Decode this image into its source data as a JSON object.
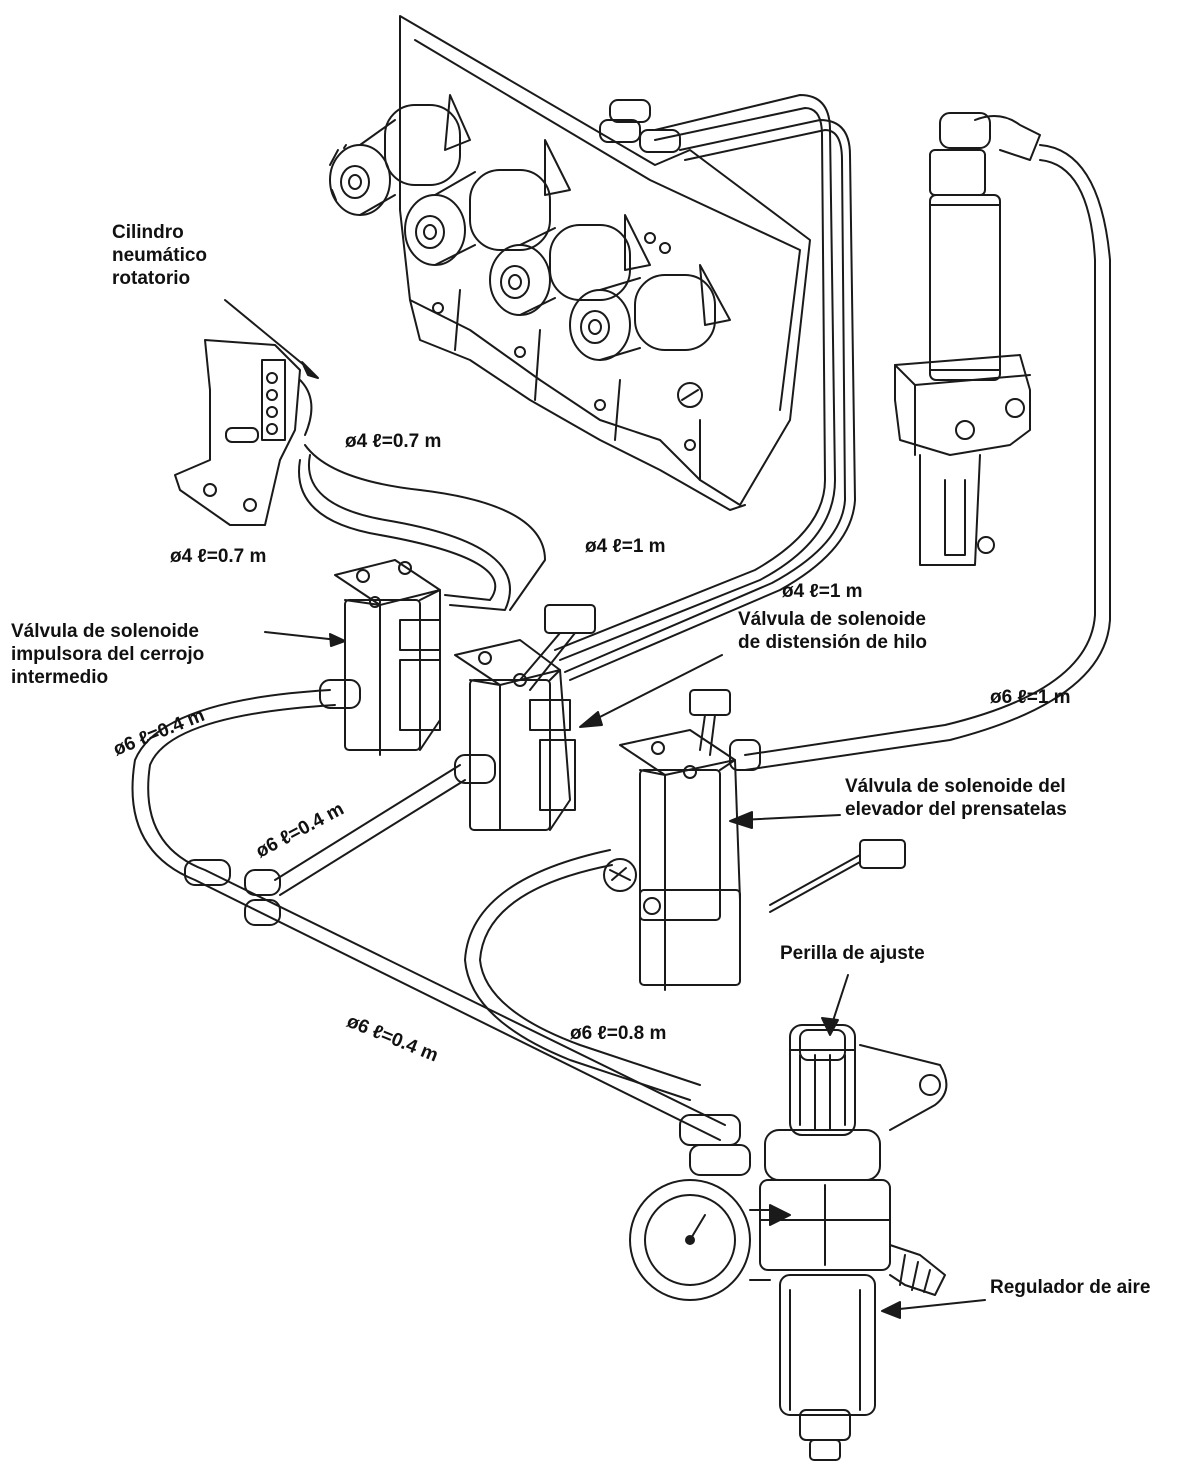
{
  "colors": {
    "line": "#1a1a1a",
    "background": "#ffffff"
  },
  "labels": {
    "rotary_cylinder": [
      "Cilindro",
      "neumático",
      "rotatorio"
    ],
    "bolt_valve": [
      "Válvula de solenoide",
      "impulsora del cerrojo",
      "intermedio"
    ],
    "thread_release_valve": [
      "Válvula de solenoide",
      "de distensión de hilo"
    ],
    "presser_lifter_valve": [
      "Válvula de solenoide del",
      "elevador del prensatelas"
    ],
    "adjust_knob": "Perilla de ajuste",
    "air_regulator": "Regulador de aire"
  },
  "tubes": [
    {
      "text": "ø4  ℓ=0.7 m"
    },
    {
      "text": "ø4  ℓ=0.7 m"
    },
    {
      "text": "ø4  ℓ=1 m"
    },
    {
      "text": "ø4  ℓ=1 m"
    },
    {
      "text": "ø6  ℓ=1 m"
    },
    {
      "text": "ø6  ℓ=0.4 m"
    },
    {
      "text": "ø6  ℓ=0.4 m"
    },
    {
      "text": "ø6  ℓ=0.8 m"
    },
    {
      "text": "ø6  ℓ=0.4 m"
    }
  ]
}
